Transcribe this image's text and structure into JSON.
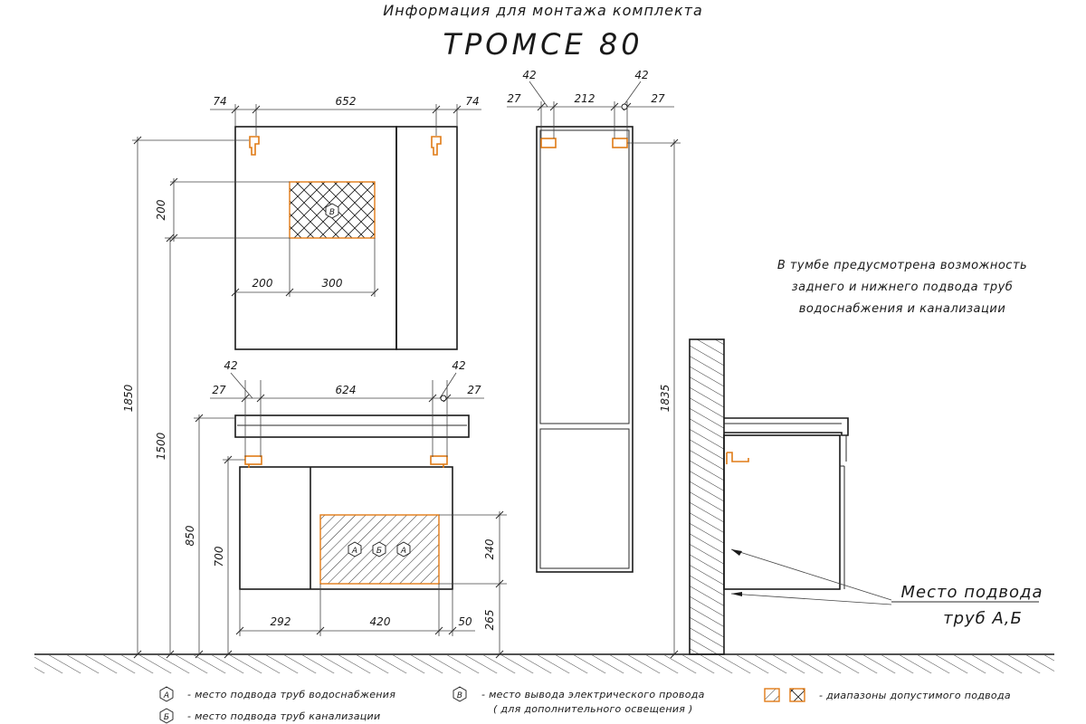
{
  "header": {
    "subtitle": "Информация для монтажа комплекта",
    "title": "ТРОМСЕ 80"
  },
  "mirror": {
    "dim_left": "74",
    "dim_width": "652",
    "dim_right": "74",
    "dim_zone_height": "200",
    "dim_zone_offset": "200",
    "dim_zone_width": "300",
    "zone_marker": "В"
  },
  "vanity": {
    "dim_pipe_left": "42",
    "dim_pipe_right": "42",
    "dim_left": "27",
    "dim_width": "624",
    "dim_right": "27",
    "dim_zone_height": "240",
    "dim_zone_bottom": "265",
    "dim_offset_left": "292",
    "dim_zone_width": "420",
    "dim_offset_right": "50",
    "zone_markers": [
      "А",
      "Б",
      "А"
    ]
  },
  "heights": {
    "total": "1850",
    "mirror_bottom": "1500",
    "vanity_top": "850",
    "vanity_mount": "700",
    "tall_cabinet": "1835"
  },
  "tall_cabinet": {
    "dim_pipe_left": "42",
    "dim_pipe_right": "42",
    "dim_left": "27",
    "dim_width": "212",
    "dim_right": "27"
  },
  "note": {
    "lines": [
      "В тумбе предусмотрена возможность",
      "заднего и нижнего подвода труб",
      "водоснабжения и канализации"
    ]
  },
  "callout": {
    "line1": "Место подвода",
    "line2": "труб А,Б"
  },
  "legend": {
    "a_symbol": "А",
    "a_text": "- место подвода труб водоснабжения",
    "b_symbol": "Б",
    "b_text": "- место подвода труб канализации",
    "v_symbol": "В",
    "v_text": "- место вывода электрического провода",
    "v_text2": "( для дополнительного освещения )",
    "zones_text": "- диапазоны допустимого подвода"
  },
  "colors": {
    "accent": "#e07b16",
    "line": "#1a1a1a"
  }
}
